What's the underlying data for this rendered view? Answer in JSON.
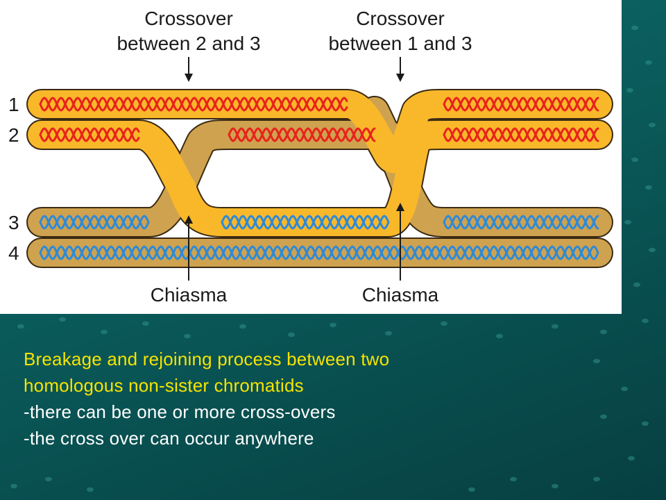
{
  "diagram": {
    "labels": {
      "crossover_left": [
        "Crossover",
        "between 2 and 3"
      ],
      "crossover_right": [
        "Crossover",
        "between 1 and 3"
      ],
      "chiasma_left": "Chiasma",
      "chiasma_right": "Chiasma",
      "chromatid_numbers": [
        "1",
        "2",
        "3",
        "4"
      ]
    },
    "colors": {
      "maternal_fill": "#f9b82a",
      "paternal_fill": "#cfa24f",
      "outline": "#3a2a12",
      "red_dna": "#e8231c",
      "blue_dna": "#2d8ad8"
    }
  },
  "caption": {
    "line1": "Breakage and rejoining process between two",
    "line2": "homologous non-sister chromatids",
    "line3": "-there can be one or more cross-overs",
    "line4": "-the cross over can occur anywhere"
  },
  "theme": {
    "caption_yellow": "#f6e400",
    "caption_white": "#ffffff",
    "background": "#0a5a5a"
  }
}
